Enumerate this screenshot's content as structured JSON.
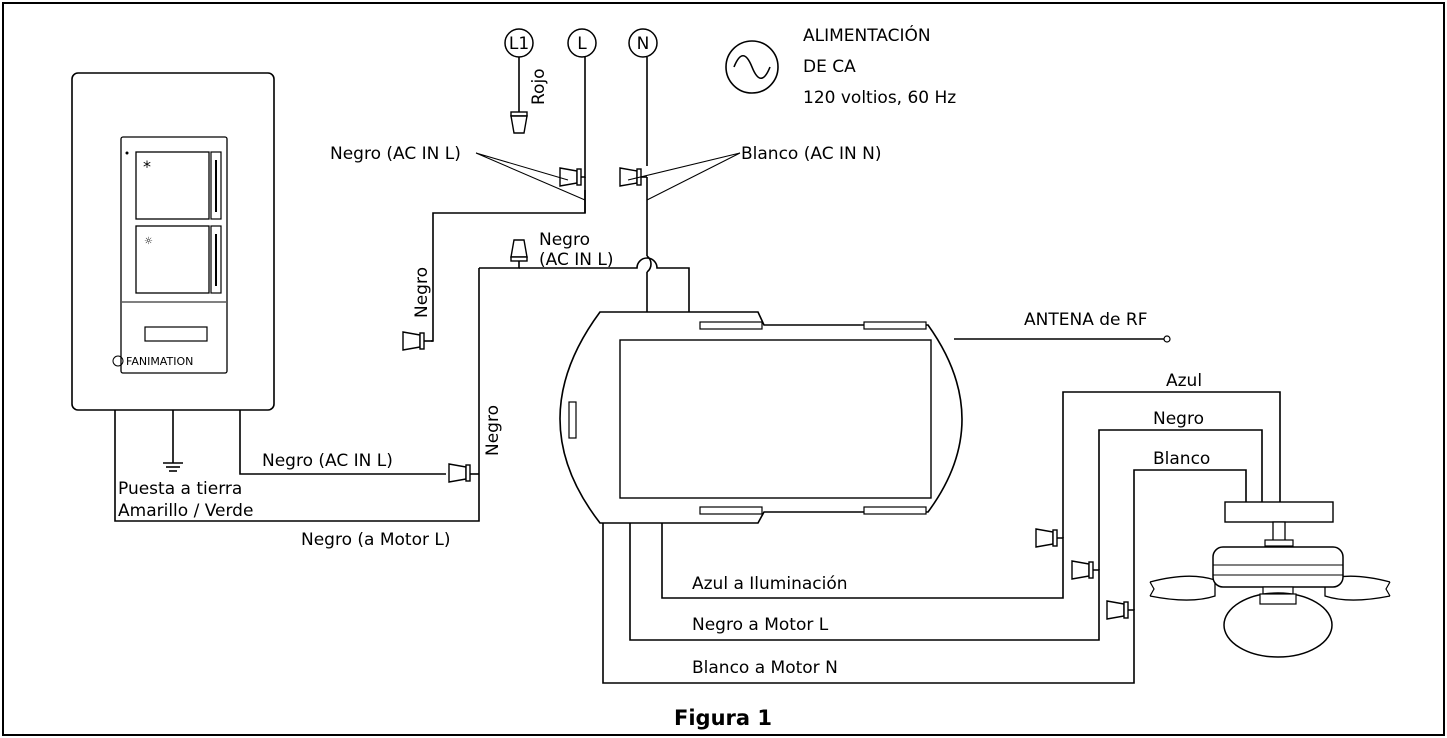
{
  "terminals": {
    "l1": "L1",
    "l": "L",
    "n": "N"
  },
  "power": {
    "line1": "ALIMENTACIÓN",
    "line2": "DE CA",
    "line3": "120 voltios, 60 Hz"
  },
  "labels": {
    "rojo": "Rojo",
    "negro_ac_in_l_top": "Negro (AC IN L)",
    "blanco_ac_in_n": "Blanco (AC IN N)",
    "negro_mid_1": "Negro",
    "negro_mid_2": "(AC IN L)",
    "negro_vertical_left": "Negro",
    "negro_vertical_right": "Negro",
    "antena": "ANTENA de RF",
    "negro_ac_in_l_bottom": "Negro (AC IN L)",
    "puesta_tierra": "Puesta a tierra",
    "amarillo_verde": "Amarillo / Verde",
    "negro_a_motor": "Negro (a Motor L)",
    "azul": "Azul",
    "negro_fan": "Negro",
    "blanco_fan": "Blanco",
    "azul_iluminacion": "Azul a Iluminación",
    "negro_motor_l": "Negro a Motor L",
    "blanco_motor_n": "Blanco a Motor N"
  },
  "switch_plate": {
    "brand": "FANIMATION"
  },
  "caption": "Figura 1"
}
